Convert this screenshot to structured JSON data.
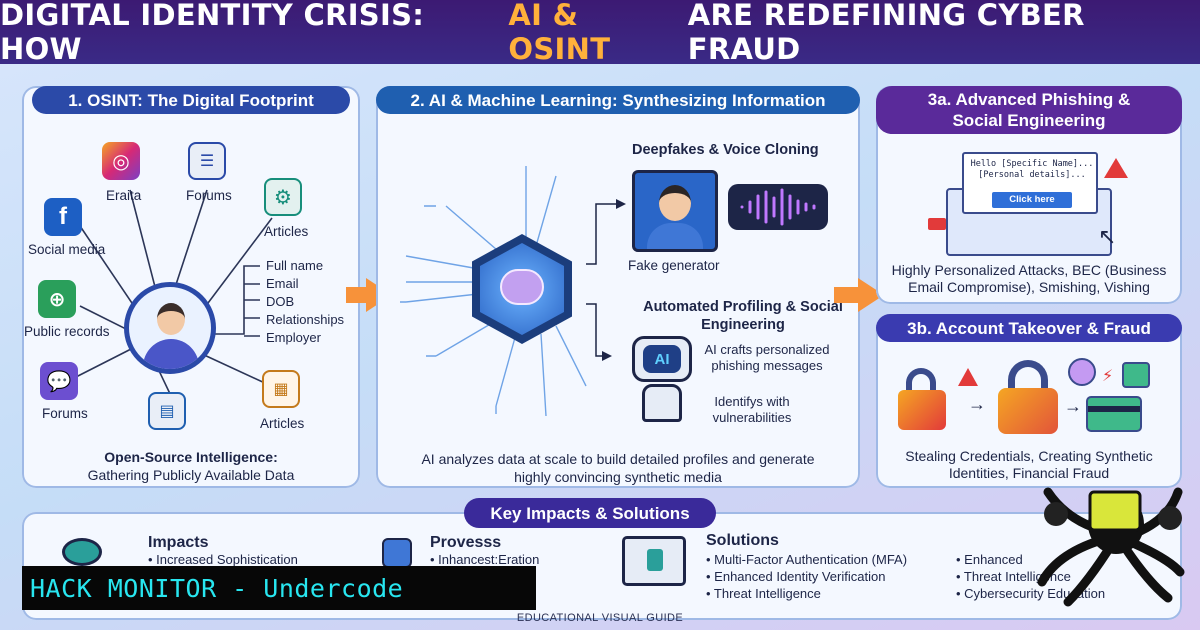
{
  "title": {
    "part1": "DIGITAL IDENTITY CRISIS: HOW ",
    "highlight": "AI & OSINT",
    "part2": " ARE REDEFINING CYBER FRAUD"
  },
  "panel1": {
    "heading": "1. OSINT: The Digital Footprint",
    "sources": [
      "Eraita",
      "Forums",
      "Social media",
      "Articles",
      "Public records",
      "Forums",
      "Articles"
    ],
    "attributes": [
      "Full name",
      "Email",
      "DOB",
      "Relationships",
      "Employer"
    ],
    "caption_bold": "Open-Source Intelligence:",
    "caption": "Gathering Publicly Available Data"
  },
  "panel2": {
    "heading": "2. AI & Machine Learning: Synthesizing Information",
    "deepfake_title": "Deepfakes & Voice Cloning",
    "fake_generator": "Fake generator",
    "profiling_title": "Automated Profiling & Social Engineering",
    "bullet1": "AI crafts personalized phishing messages",
    "bullet2": "Identifys with vulnerabilities",
    "ai_badge": "AI",
    "caption": "AI analyzes data at scale to build detailed profiles and generate highly convincing synthetic media"
  },
  "panel3a": {
    "heading": "3a. Advanced Phishing & Social Engineering",
    "email_text": "Hello [Specific Name]... [Personal details]...",
    "click_button": "Click here",
    "caption": "Highly Personalized Attacks, BEC (Business Email Compromise), Smishing, Vishing"
  },
  "panel3b": {
    "heading": "3b. Account Takeover & Fraud",
    "caption": "Stealing Credentials, Creating Synthetic Identities, Financial Fraud"
  },
  "bottom": {
    "heading": "Key Impacts & Solutions",
    "impacts_title": "Impacts",
    "impacts_item": "• Increased Sophistication",
    "process_title": "Provesss",
    "process_item": "• Inhancest:Eration",
    "solutions_title": "Solutions",
    "solutions_col1": [
      "• Multi-Factor Authentication (MFA)",
      "• Enhanced Identity Verification",
      "• Threat Intelligence"
    ],
    "solutions_col2": [
      "• Enhanced",
      "• Threat Intelligence",
      "• Cybersecurity Education"
    ]
  },
  "watermark": "HACK MONITOR - Undercode",
  "footer": "EDUCATIONAL VISUAL GUIDE",
  "colors": {
    "panel1_head": "#2b4aa8",
    "panel2_head": "#1f5fb0",
    "panel3a_head": "#5a2a9a",
    "panel3b_head": "#3a3bb0",
    "bottom_head": "#3a2a9a",
    "arrow": "#f7923a",
    "highlight": "#ffb13b",
    "watermark": "#28e6f0"
  }
}
